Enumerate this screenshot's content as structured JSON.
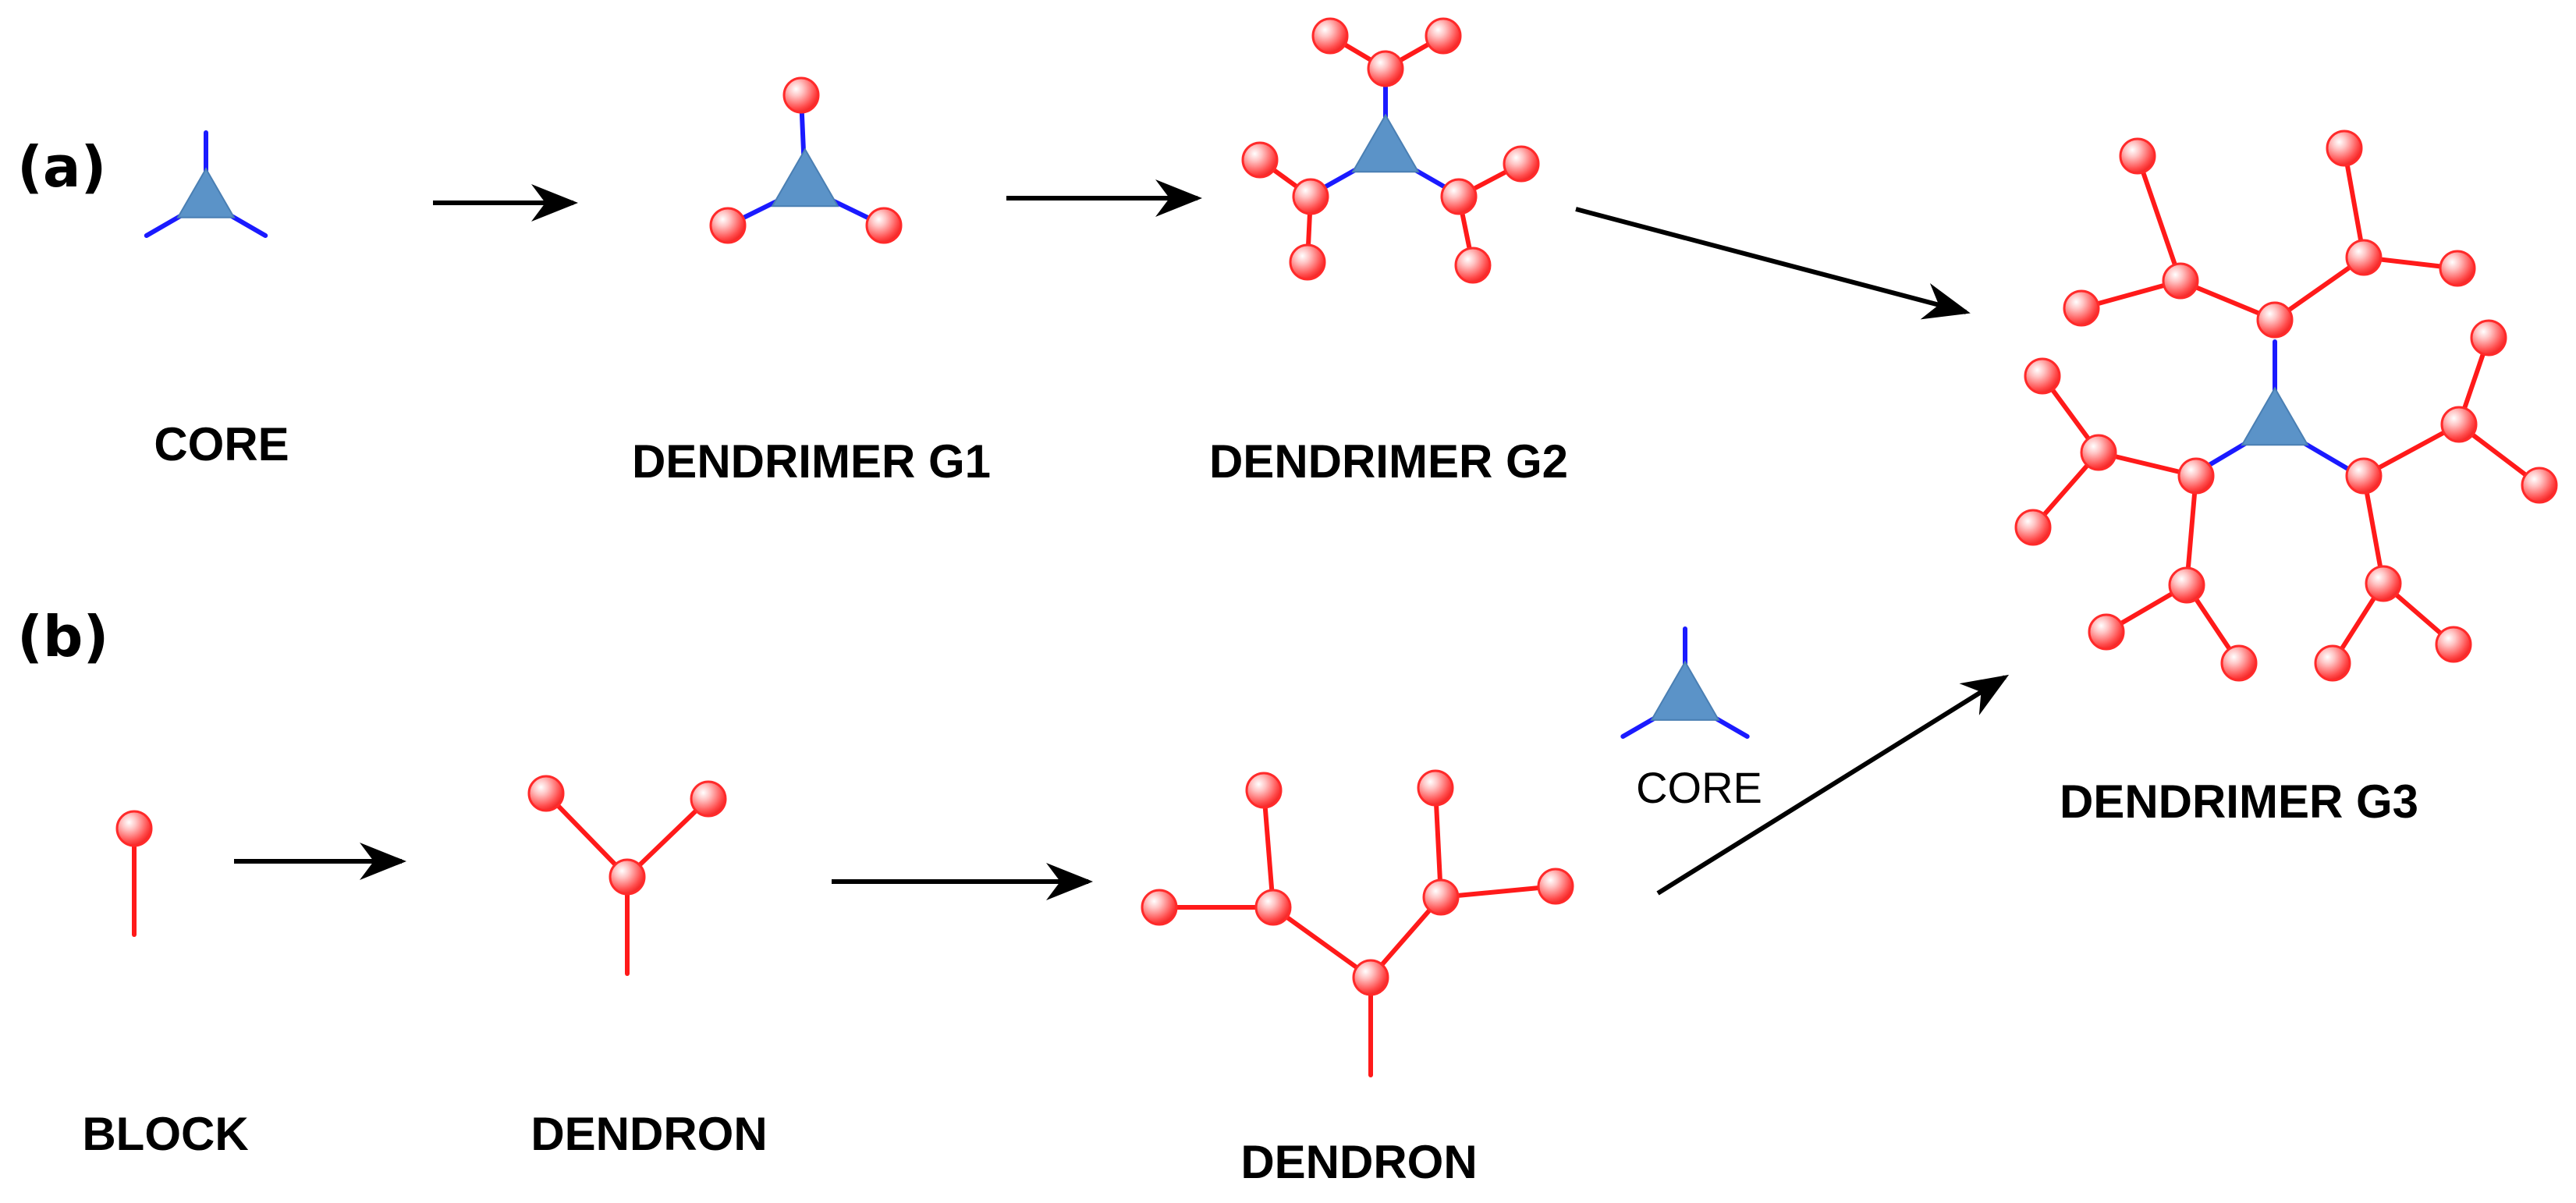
{
  "panel_labels": {
    "a": "(a)",
    "b": "(b)"
  },
  "labels": {
    "core": "CORE",
    "dendrimer_g1": "DENDRIMER G1",
    "dendrimer_g2": "DENDRIMER G2",
    "dendrimer_g3": "DENDRIMER G3",
    "block": "BLOCK",
    "dendron_1": "DENDRON",
    "dendron_2": "DENDRON",
    "core_small": "CORE"
  },
  "colors": {
    "core_fill": "#5b93c8",
    "core_bond": "#1a1aff",
    "bead": "#ff2a2a",
    "bond": "#ff1a1a",
    "arrow": "#000000"
  }
}
